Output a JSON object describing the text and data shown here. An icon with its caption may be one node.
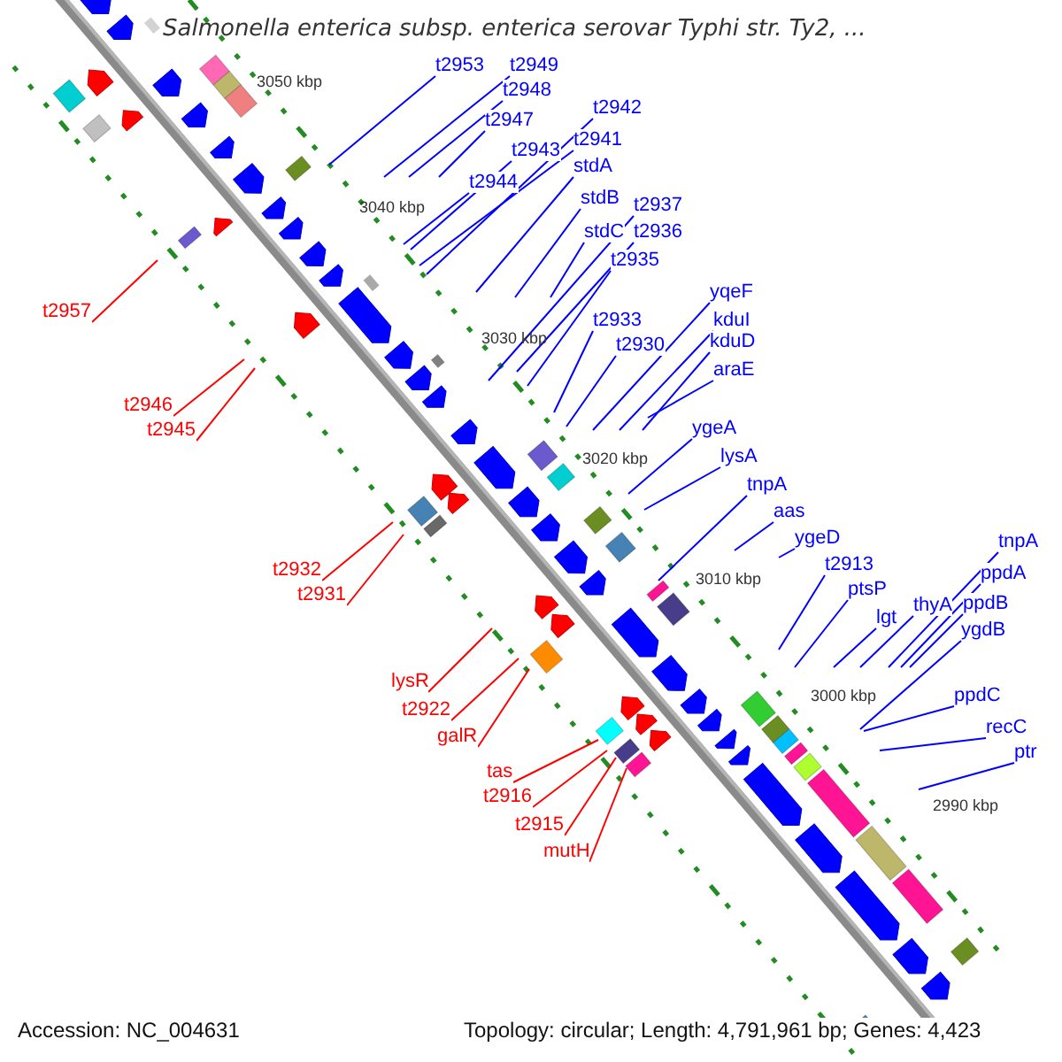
{
  "diagram": {
    "title": "Salmonella enterica subsp. enterica serovar Typhi str. Ty2, ...",
    "nodes": [
      {
        "text": [
          "t2953"
        ]
      },
      {
        "text": [
          "t2949"
        ]
      },
      {
        "text": [
          "t2948"
        ]
      },
      {
        "text": [
          "t2942"
        ]
      },
      {
        "text": [
          "t2947"
        ]
      },
      {
        "text": [
          "t2941"
        ]
      },
      {
        "text": [
          "t2943"
        ]
      },
      {
        "text": [
          "stdA"
        ]
      },
      {
        "text": [
          "t2944"
        ]
      },
      {
        "text": [
          "stdB"
        ]
      },
      {
        "text": [
          "t2937"
        ]
      },
      {
        "text": [
          "stdC"
        ]
      },
      {
        "text": [
          "t2936"
        ]
      },
      {
        "text": [
          "t2935"
        ]
      },
      {
        "text": [
          "yqeF"
        ]
      },
      {
        "text": [
          "t2933"
        ]
      },
      {
        "text": [
          "kduI"
        ]
      },
      {
        "text": [
          "kduD"
        ]
      },
      {
        "text": [
          "t2930"
        ]
      },
      {
        "text": [
          "araE"
        ]
      },
      {
        "text": [
          "ygeA"
        ]
      },
      {
        "text": [
          "lysA"
        ]
      },
      {
        "text": [
          "tnpA"
        ]
      },
      {
        "text": [
          "aas"
        ]
      },
      {
        "text": [
          "ygeD"
        ]
      },
      {
        "text": [
          "tnpA"
        ]
      },
      {
        "text": [
          "t2913"
        ]
      },
      {
        "text": [
          "ppdA"
        ]
      },
      {
        "text": [
          "ptsP"
        ]
      },
      {
        "text": [
          "ppdB"
        ]
      },
      {
        "text": [
          "thyA"
        ]
      },
      {
        "text": [
          "lgt"
        ]
      },
      {
        "text": [
          "ygdB"
        ]
      },
      {
        "text": [
          "ppdC"
        ]
      },
      {
        "text": [
          "recC"
        ]
      },
      {
        "text": [
          "ptr"
        ]
      },
      {
        "text": [
          "t2957"
        ]
      },
      {
        "text": [
          "t2946"
        ]
      },
      {
        "text": [
          "t2945"
        ]
      },
      {
        "text": [
          "t2932"
        ]
      },
      {
        "text": [
          "t2931"
        ]
      },
      {
        "text": [
          "lysR"
        ]
      },
      {
        "text": [
          "t2922"
        ]
      },
      {
        "text": [
          "galR"
        ]
      },
      {
        "text": [
          "tas"
        ]
      },
      {
        "text": [
          "t2916"
        ]
      },
      {
        "text": [
          "t2915"
        ]
      },
      {
        "text": [
          "mutH"
        ]
      }
    ],
    "edges": [
      {
        "from": 0,
        "to": null,
        "arrow": "none"
      },
      {
        "from": 1,
        "to": null,
        "arrow": "none"
      },
      {
        "from": 2,
        "to": null,
        "arrow": "none"
      },
      {
        "from": 3,
        "to": null,
        "arrow": "none"
      },
      {
        "from": 4,
        "to": null,
        "arrow": "none"
      },
      {
        "from": 5,
        "to": null,
        "arrow": "none"
      },
      {
        "from": 6,
        "to": null,
        "arrow": "none"
      },
      {
        "from": 7,
        "to": null,
        "arrow": "none"
      },
      {
        "from": 8,
        "to": null,
        "arrow": "none"
      },
      {
        "from": 9,
        "to": null,
        "arrow": "none"
      },
      {
        "from": 10,
        "to": null,
        "arrow": "none"
      },
      {
        "from": 11,
        "to": null,
        "arrow": "none"
      },
      {
        "from": 12,
        "to": null,
        "arrow": "none"
      },
      {
        "from": 13,
        "to": null,
        "arrow": "none"
      },
      {
        "from": 14,
        "to": null,
        "arrow": "none"
      },
      {
        "from": 15,
        "to": null,
        "arrow": "none"
      },
      {
        "from": 16,
        "to": null,
        "arrow": "none"
      },
      {
        "from": 17,
        "to": null,
        "arrow": "none"
      },
      {
        "from": 18,
        "to": null,
        "arrow": "none"
      },
      {
        "from": 19,
        "to": null,
        "arrow": "none"
      },
      {
        "from": 20,
        "to": null,
        "arrow": "none"
      },
      {
        "from": 21,
        "to": null,
        "arrow": "none"
      },
      {
        "from": 22,
        "to": null,
        "arrow": "none"
      },
      {
        "from": 23,
        "to": null,
        "arrow": "none"
      },
      {
        "from": 24,
        "to": null,
        "arrow": "none"
      },
      {
        "from": 25,
        "to": null,
        "arrow": "none"
      },
      {
        "from": 26,
        "to": null,
        "arrow": "none"
      },
      {
        "from": 27,
        "to": null,
        "arrow": "none"
      },
      {
        "from": 28,
        "to": null,
        "arrow": "none"
      },
      {
        "from": 29,
        "to": null,
        "arrow": "none"
      },
      {
        "from": 30,
        "to": null,
        "arrow": "none"
      },
      {
        "from": 31,
        "to": null,
        "arrow": "none"
      },
      {
        "from": 32,
        "to": null,
        "arrow": "none"
      },
      {
        "from": 33,
        "to": null,
        "arrow": "none"
      },
      {
        "from": 34,
        "to": null,
        "arrow": "none"
      },
      {
        "from": 35,
        "to": null,
        "arrow": "none"
      },
      {
        "from": 36,
        "to": null,
        "arrow": "none",
        "color": "#ff0000"
      },
      {
        "from": 37,
        "to": null,
        "arrow": "none",
        "color": "#ff0000"
      },
      {
        "from": 38,
        "to": null,
        "arrow": "none",
        "color": "#ff0000"
      },
      {
        "from": 39,
        "to": null,
        "arrow": "none",
        "color": "#ff0000"
      },
      {
        "from": 40,
        "to": null,
        "arrow": "none",
        "color": "#ff0000"
      },
      {
        "from": 41,
        "to": null,
        "arrow": "none",
        "color": "#ff0000"
      },
      {
        "from": 42,
        "to": null,
        "arrow": "none",
        "color": "#ff0000"
      },
      {
        "from": 43,
        "to": null,
        "arrow": "none",
        "color": "#ff0000"
      },
      {
        "from": 44,
        "to": null,
        "arrow": "none",
        "color": "#ff0000"
      },
      {
        "from": 45,
        "to": null,
        "arrow": "none",
        "color": "#ff0000"
      },
      {
        "from": 46,
        "to": null,
        "arrow": "none",
        "color": "#ff0000"
      },
      {
        "from": 47,
        "to": null,
        "arrow": "none",
        "color": "#ff0000"
      }
    ],
    "labels": [
      "3050 kbp",
      "3040 kbp",
      "3030 kbp",
      "3020 kbp",
      "3010 kbp",
      "3000 kbp",
      "2990 kbp",
      "Accession: NC_004631",
      "Topology: circular; Length: 4,791,961 bp; Genes: 4,423"
    ]
  }
}
